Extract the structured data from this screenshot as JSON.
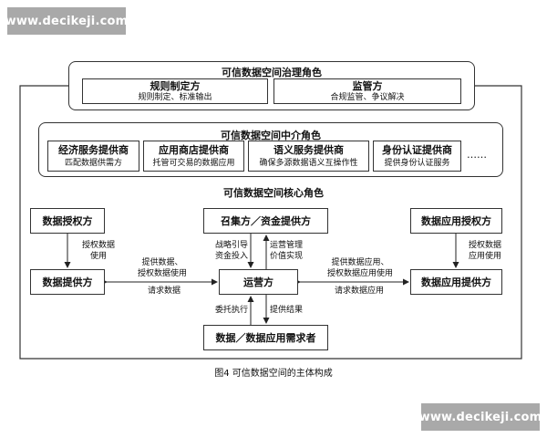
{
  "watermark": "www.decikeji.com",
  "governance": {
    "title": "可信数据空间治理角色",
    "rule_maker": {
      "title": "规则制定方",
      "desc": "规则制定、标准输出"
    },
    "supervisor": {
      "title": "监管方",
      "desc": "合规监管、争议解决"
    }
  },
  "intermediary": {
    "title": "可信数据空间中介角色",
    "items": [
      {
        "title": "经济服务提供商",
        "desc": "匹配数据供需方"
      },
      {
        "title": "应用商店提供商",
        "desc": "托管可交易的数据应用"
      },
      {
        "title": "语义服务提供商",
        "desc": "确保多源数据语义互操作性"
      },
      {
        "title": "身份认证提供商",
        "desc": "提供身份认证服务"
      }
    ],
    "more": "……"
  },
  "core": {
    "title": "可信数据空间核心角色",
    "data_authorizer": "数据授权方",
    "funder": "召集方／资金提供方",
    "app_authorizer": "数据应用授权方",
    "data_provider": "数据提供方",
    "operator": "运营方",
    "app_provider": "数据应用提供方",
    "demander": "数据／数据应用需求者"
  },
  "labels": {
    "auth_data_use": [
      "授权数据",
      "使用"
    ],
    "provide_data": [
      "提供数据、",
      "授权数据使用"
    ],
    "request_data": "请求数据",
    "strategy": [
      "战略引导",
      "资金投入"
    ],
    "ops_mgmt": [
      "运营管理",
      "价值实现"
    ],
    "provide_app": [
      "提供数据应用、",
      "授权数据应用使用"
    ],
    "request_app": "请求数据应用",
    "auth_app_use": [
      "授权数据",
      "应用使用"
    ],
    "entrust": "委托执行",
    "provide_result": "提供结果"
  },
  "caption": "图4    可信数据空间的主体构成"
}
